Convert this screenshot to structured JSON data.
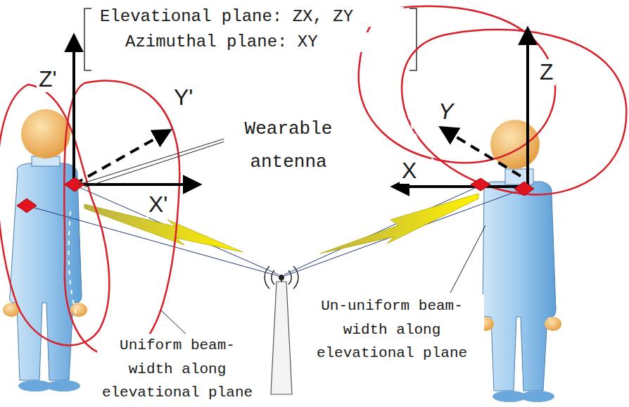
{
  "diagram": {
    "labels": [
      "Elevational plane: ZX, ZY",
      "Azimuthal plane: XY",
      "Z'",
      "Y'",
      "X'",
      "Wearable antenna",
      "Z",
      "Y",
      "X",
      "Uniform beam-width along elevational plane",
      "Un-uniform beam-width along elevational plane"
    ]
  }
}
